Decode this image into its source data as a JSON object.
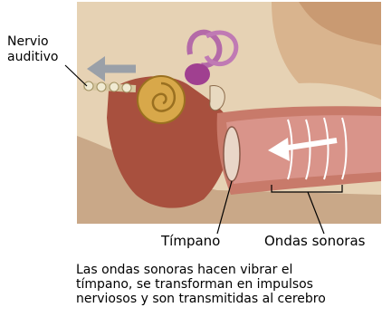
{
  "labels": {
    "nervio": [
      "Nervio",
      "auditivo"
    ],
    "timpano": "Tímpano",
    "ondas": "Ondas sonoras"
  },
  "caption": [
    "Las ondas sonoras hacen vibrar el",
    "tímpano, se transforman en impulsos",
    "nerviosos y son transmitidas al cerebro"
  ],
  "colors": {
    "background": "#ffffff",
    "bone": "#e6d2b4",
    "tissue": "#a8503e",
    "canal": "#c87a6a",
    "cochlea": "#d8a84a",
    "semicircular": "#a04090",
    "nerve_arrow": "#9aa0a8",
    "wave_arrow": "#ffffff"
  }
}
